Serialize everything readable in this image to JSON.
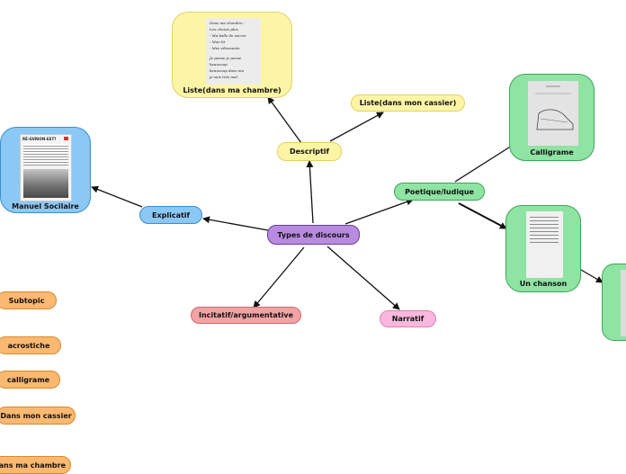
{
  "root": {
    "label": "Types de discours"
  },
  "explicatif": {
    "label": "Explicatif"
  },
  "descriptif": {
    "label": "Descriptif"
  },
  "poetique": {
    "label": "Poetique/ludique"
  },
  "incitatif": {
    "label": "Incitatif/argumentative"
  },
  "narratif": {
    "label": "Narratif"
  },
  "manuel": {
    "label": "Manuel Socilaire",
    "doc_title": "RÉ-GVRION-EST?"
  },
  "liste_chambre": {
    "label": "Liste(dans ma chambre)",
    "note_lines": [
      "Dans ma chambre :",
      "Les choses plus",
      "- Ma balle de soccer",
      "- Mon lit",
      "- Mes vêtements",
      "Je pense je pense",
      "beaucoup",
      "beaucoup dans ma",
      "je suis très mal."
    ]
  },
  "liste_cassier": {
    "label": "Liste(dans mon cassier)"
  },
  "calligrame_card": {
    "label": "Calligrame"
  },
  "chanson": {
    "label": "Un chanson"
  },
  "sidebar": {
    "items": [
      {
        "label": "Subtopic"
      },
      {
        "label": "acrostiche"
      },
      {
        "label": "calligrame"
      },
      {
        "label": "Dans mon cassier"
      },
      {
        "label": "Dans ma chambre"
      }
    ]
  },
  "colors": {
    "purple": "#b98be0",
    "blue": "#8cc8f5",
    "yellow": "#fdf5a6",
    "green": "#8fe3a3",
    "red": "#f2a3a3",
    "pink": "#f9b8dc",
    "orange": "#fbb870"
  }
}
